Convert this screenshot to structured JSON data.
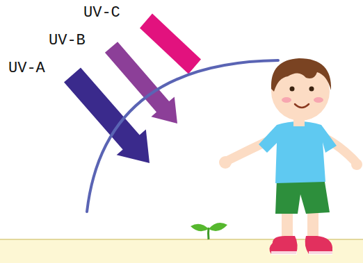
{
  "diagram": {
    "labels": [
      "UV-C",
      "UV-B",
      "UV-A"
    ]
  }
}
